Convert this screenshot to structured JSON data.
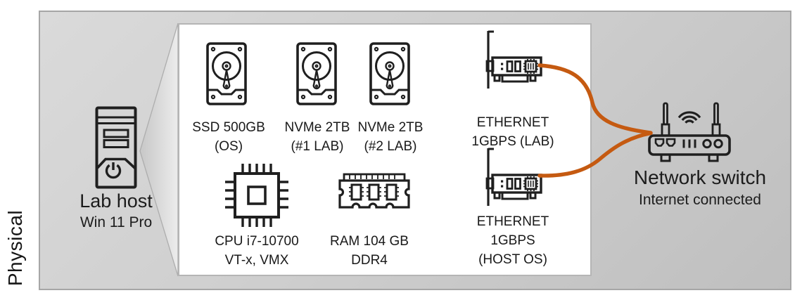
{
  "colors": {
    "cable": "#C55A11",
    "ink": "#1F1F1F"
  },
  "frame": {
    "label": "Physical"
  },
  "host": {
    "title": "Lab host",
    "subtitle": "Win 11 Pro"
  },
  "board": {
    "disks": [
      {
        "name": "SSD 500GB",
        "role": "(OS)"
      },
      {
        "name": "NVMe 2TB",
        "role": "(#1 LAB)"
      },
      {
        "name": "NVMe 2TB",
        "role": "(#2 LAB)"
      }
    ],
    "nic_lab": {
      "line1": "ETHERNET",
      "line2": "1GBPS (LAB)"
    },
    "cpu": {
      "line1": "CPU i7-10700",
      "line2": "VT-x, VMX"
    },
    "ram": {
      "line1": "RAM 104 GB",
      "line2": "DDR4"
    },
    "nic_host": {
      "line1": "ETHERNET",
      "line2": "1GBPS",
      "line3": "(HOST OS)"
    }
  },
  "switch": {
    "title": "Network switch",
    "subtitle": "Internet connected"
  },
  "icons": {
    "host": "computer-tower-icon",
    "power": "power-icon",
    "disk": "hdd-icon",
    "nic": "ethernet-card-icon",
    "cpu": "cpu-chip-icon",
    "ram": "ram-module-icon",
    "switch": "wireless-router-icon",
    "wifi": "wifi-waves-icon"
  }
}
